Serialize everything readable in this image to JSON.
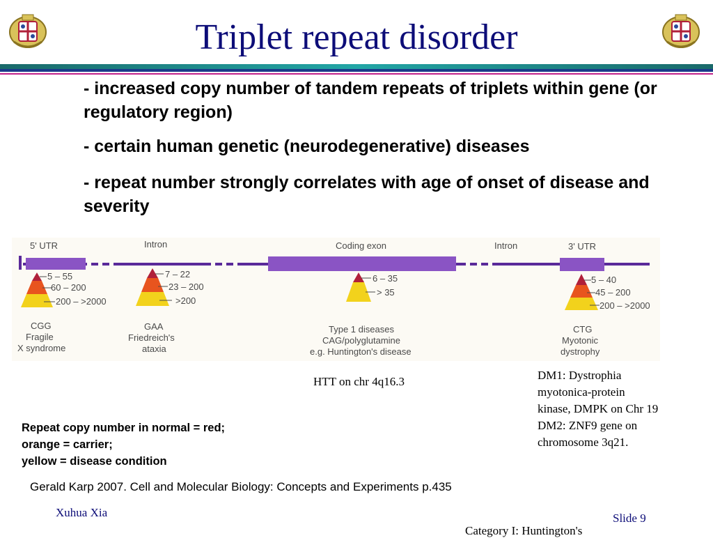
{
  "slide": {
    "title": "Triplet repeat disorder",
    "crest_icon": "university-crest-icon"
  },
  "bullets": [
    "- increased copy number of tandem repeats of triplets within gene (or regulatory region)",
    "- certain human genetic (neurodegenerative) diseases",
    "- repeat number strongly correlates with age of onset of disease and severity"
  ],
  "figure": {
    "regions": {
      "utr5": "5' UTR",
      "intron1": "Intron",
      "coding": "Coding exon",
      "intron2": "Intron",
      "utr3": "3' UTR"
    },
    "pyramids": [
      {
        "levels": [
          "5 – 55",
          "60 – 200",
          "200 – >2000"
        ],
        "caption": [
          "CGG",
          "Fragile",
          "X syndrome"
        ]
      },
      {
        "levels": [
          "7 – 22",
          "23 – 200",
          ">200"
        ],
        "caption": [
          "GAA",
          "Friedreich's",
          "ataxia"
        ]
      },
      {
        "levels": [
          "6 – 35",
          "> 35"
        ],
        "caption": [
          "Type 1 diseases",
          "CAG/polyglutamine",
          "e.g. Huntington's disease"
        ]
      },
      {
        "levels": [
          "5 – 40",
          "45 – 200",
          "200 – >2000"
        ],
        "caption": [
          "CTG",
          "Myotonic",
          "dystrophy"
        ]
      }
    ],
    "colors": {
      "normal": "#b0203a",
      "carrier": "#e8541e",
      "disease": "#f2d21c",
      "gene_line": "#5a2a9a",
      "exon": "#8a54c4"
    }
  },
  "notes": {
    "htt": "HTT on chr 4q16.3",
    "dm": [
      "DM1: Dystrophia",
      "myotonica-protein",
      "kinase, DMPK on Chr 19",
      "DM2:  ZNF9 gene on",
      "chromosome 3q21."
    ]
  },
  "legend": [
    "Repeat copy number in normal = red;",
    "orange = carrier;",
    "yellow = disease condition"
  ],
  "citation": "Gerald Karp 2007. Cell and Molecular Biology: Concepts and Experiments p.435",
  "footer": {
    "author": "Xuhua Xia",
    "slide_number": "Slide 9",
    "category": "Category I: Huntington's"
  }
}
